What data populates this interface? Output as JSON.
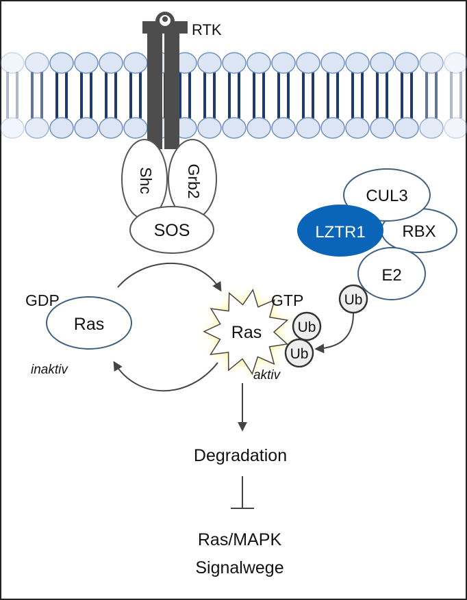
{
  "receptor": {
    "label": "RTK"
  },
  "adaptors": {
    "shc": "Shc",
    "grb2": "Grb2",
    "sos": "SOS"
  },
  "inactive": {
    "nucleotide": "GDP",
    "protein": "Ras",
    "state": "inaktiv"
  },
  "active": {
    "nucleotide": "GTP",
    "protein": "Ras",
    "state": "aktiv",
    "ub1": "Ub",
    "ub2": "Ub"
  },
  "ligase": {
    "cul3": "CUL3",
    "lztr1": "LZTR1",
    "rbx": "RBX",
    "e2": "E2",
    "ub": "Ub"
  },
  "outcome": {
    "degradation": "Degradation",
    "pathway_line1": "Ras/MAPK",
    "pathway_line2": "Signalwege"
  },
  "colors": {
    "membrane_head_fill": "#dbe5f4",
    "membrane_head_stroke": "#6f8fbf",
    "membrane_tail": "#1f3a73",
    "receptor": "#4d4d4d",
    "lztr1_fill": "#0a64b8",
    "ellipse_stroke": "#3f5f7f",
    "glow": "#fff176"
  },
  "icons": {
    "receptor": "receptor-icon",
    "membrane": "lipid-bilayer",
    "ras_active": "starburst"
  }
}
